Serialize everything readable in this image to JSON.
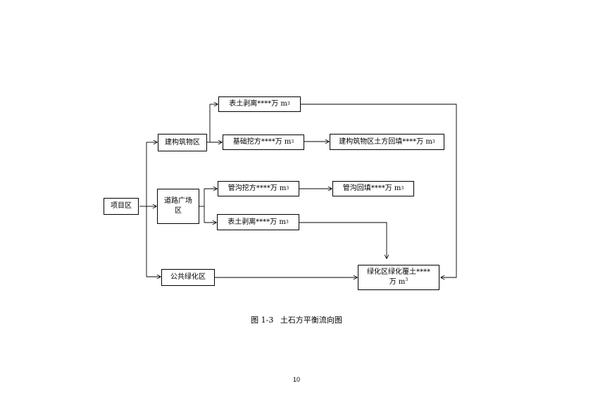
{
  "diagram": {
    "nodes": {
      "project_area": "项目区",
      "building_area": "建构筑物区",
      "road_square_area": "道路广场区",
      "public_green_area": "公共绿化区",
      "topsoil_stripping_1": {
        "text": "表土剥离****万 m",
        "sup": "3"
      },
      "foundation_excavation": {
        "text": "基础挖方****万 m",
        "sup": "3"
      },
      "building_backfill": {
        "text": "建构筑物区土方回填****万 m",
        "sup": "3"
      },
      "trench_excavation": {
        "text": "管沟挖方****万 m",
        "sup": "3"
      },
      "trench_backfill": {
        "text": "管沟回填****万 m",
        "sup": "3"
      },
      "topsoil_stripping_2": {
        "text": "表土剥离****万 m",
        "sup": "3"
      },
      "green_cover_soil": {
        "line1": "绿化区绿化覆土****",
        "line2": "万 m",
        "sup": "3"
      }
    }
  },
  "caption": {
    "figure_no": "图 1-3",
    "title": "土石方平衡流向图"
  },
  "page_number": "10"
}
